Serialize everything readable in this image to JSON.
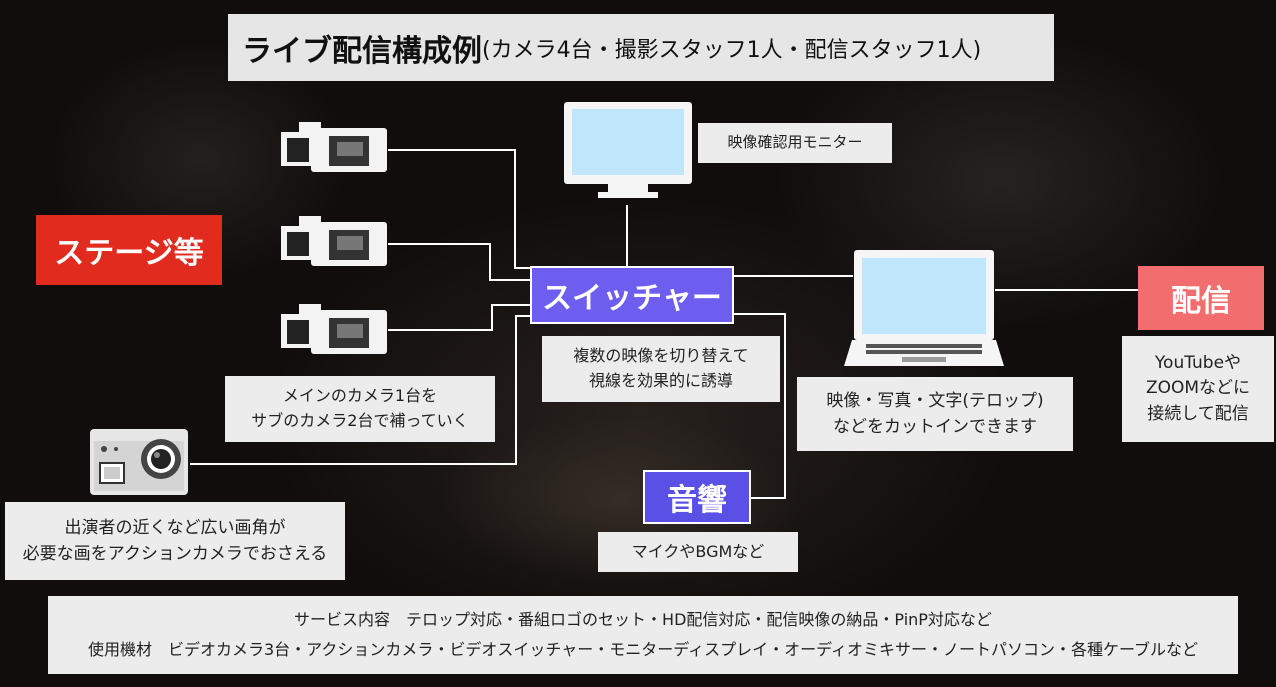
{
  "title": {
    "main": "ライブ配信構成例",
    "sub": "(カメラ4台・撮影スタッフ1人・配信スタッフ1人)"
  },
  "labels": {
    "stage": "ステージ等",
    "switcher": "スイッチャー",
    "audio": "音響",
    "haishin": "配信",
    "monitor": "映像確認用モニター"
  },
  "descriptions": {
    "switcher": [
      "複数の映像を切り替えて",
      "視線を効果的に誘導"
    ],
    "cameras": [
      "メインのカメラ1台を",
      "サブのカメラ2台で補っていく"
    ],
    "action_camera": [
      "出演者の近くなど広い画角が",
      "必要な画をアクションカメラでおさえる"
    ],
    "audio": [
      "マイクやBGMなど"
    ],
    "cutin": [
      "映像・写真・文字(テロップ)",
      "などをカットインできます"
    ],
    "haishin": [
      "YouTubeや",
      "ZOOMなどに",
      "接続して配信"
    ]
  },
  "footer": {
    "services": "サービス内容　テロップ対応・番組ロゴのセット・HD配信対応・配信映像の納品・PinP対応など",
    "equipment": "使用機材　ビデオカメラ3台・アクションカメラ・ビデオスイッチャー・モニターディスプレイ・オーディオミキサー・ノートパソコン・各種ケーブルなど"
  },
  "icons": {
    "cameras": [
      "video-camera-icon",
      "video-camera-icon",
      "video-camera-icon"
    ],
    "action_camera": "action-camera-icon",
    "monitor": "monitor-icon",
    "laptop": "laptop-icon"
  },
  "colors": {
    "stage": "#e22b1f",
    "switcher": "#6d5ef0",
    "audio": "#5b50e6",
    "haishin": "#f26d6d",
    "text_box": "#ececec",
    "screen": "#bfe6fb"
  }
}
